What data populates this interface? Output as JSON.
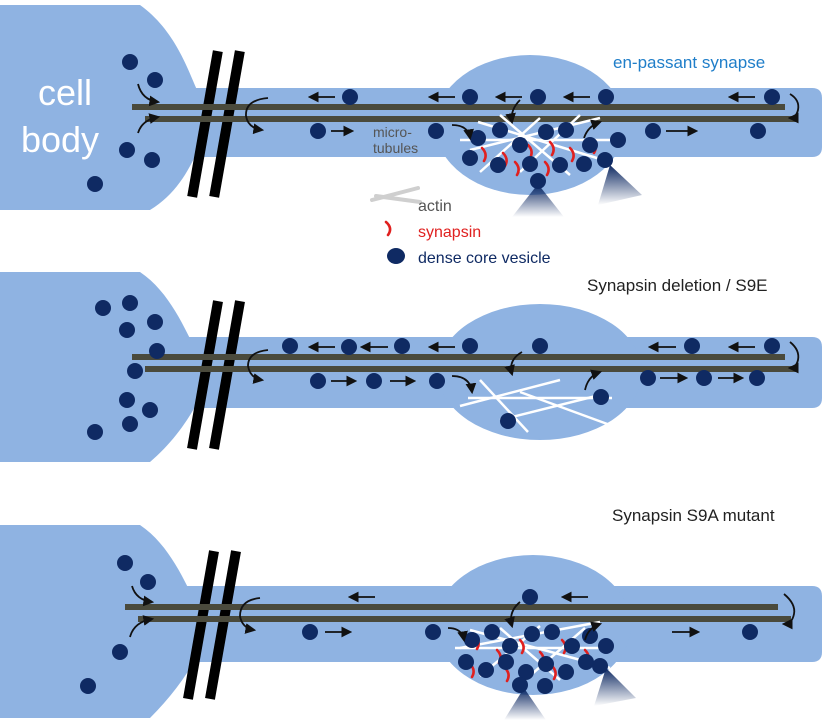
{
  "colors": {
    "cell": "#8fb3e2",
    "vesicle": "#0f2a63",
    "microtubule": "#4a4a3c",
    "synapsin": "#e0201f",
    "actin": "#ffffff",
    "arrow": "#111111",
    "accent": "#1f7ec9"
  },
  "cell_label": {
    "line1": "cell",
    "line2": "body"
  },
  "microtubules_label": {
    "line1": "micro-",
    "line2": "tubules"
  },
  "legend": {
    "actin": "actin",
    "synapsin": "synapsin",
    "vesicle": "dense core vesicle"
  },
  "panels": [
    {
      "title": "en-passant synapse"
    },
    {
      "title": "Synapsin deletion / S9E"
    },
    {
      "title": "Synapsin S9A mutant"
    }
  ]
}
